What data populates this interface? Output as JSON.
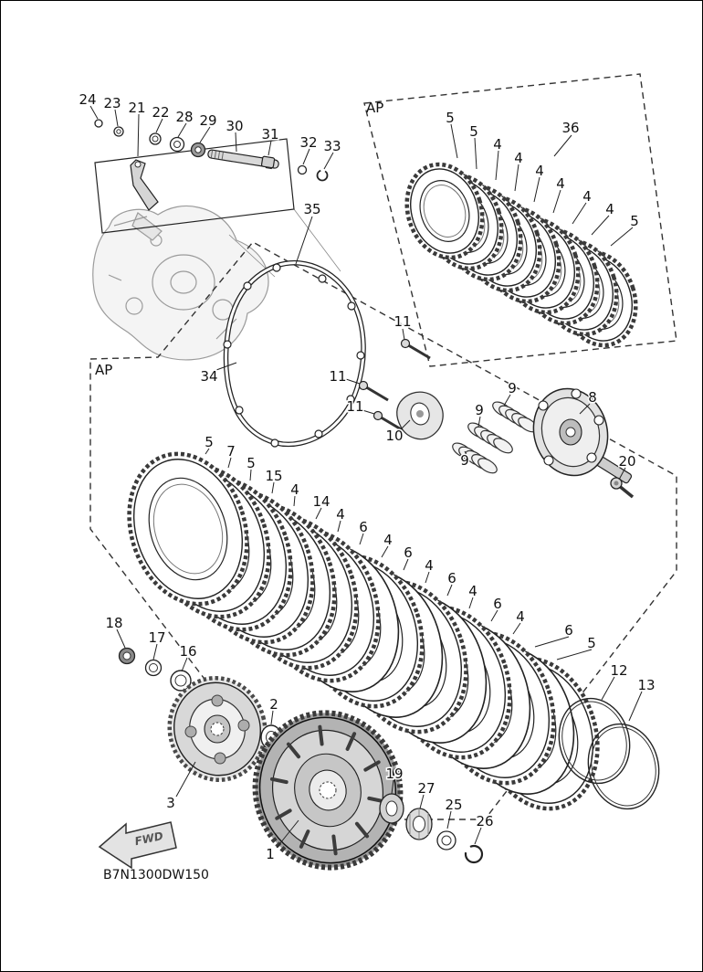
{
  "diagram": {
    "code": "B7N1300DW150",
    "region_labels": {
      "top_ap": "AP",
      "mid_ap": "AP"
    },
    "fwd": "FWD",
    "colors": {
      "ink": "#111111",
      "background": "#ffffff"
    },
    "callouts": [
      {
        "label": "24"
      },
      {
        "label": "23"
      },
      {
        "label": "21"
      },
      {
        "label": "22"
      },
      {
        "label": "28"
      },
      {
        "label": "29"
      },
      {
        "label": "30"
      },
      {
        "label": "31"
      },
      {
        "label": "32"
      },
      {
        "label": "33"
      },
      {
        "label": "5"
      },
      {
        "label": "5"
      },
      {
        "label": "4"
      },
      {
        "label": "4"
      },
      {
        "label": "4"
      },
      {
        "label": "4"
      },
      {
        "label": "4"
      },
      {
        "label": "4"
      },
      {
        "label": "5"
      },
      {
        "label": "36"
      },
      {
        "label": "35"
      },
      {
        "label": "34"
      },
      {
        "label": "11"
      },
      {
        "label": "11"
      },
      {
        "label": "11"
      },
      {
        "label": "10"
      },
      {
        "label": "9"
      },
      {
        "label": "9"
      },
      {
        "label": "9"
      },
      {
        "label": "8"
      },
      {
        "label": "20"
      },
      {
        "label": "5"
      },
      {
        "label": "7"
      },
      {
        "label": "5"
      },
      {
        "label": "15"
      },
      {
        "label": "4"
      },
      {
        "label": "14"
      },
      {
        "label": "4"
      },
      {
        "label": "6"
      },
      {
        "label": "4"
      },
      {
        "label": "6"
      },
      {
        "label": "4"
      },
      {
        "label": "6"
      },
      {
        "label": "4"
      },
      {
        "label": "6"
      },
      {
        "label": "4"
      },
      {
        "label": "6"
      },
      {
        "label": "5"
      },
      {
        "label": "18"
      },
      {
        "label": "17"
      },
      {
        "label": "16"
      },
      {
        "label": "3"
      },
      {
        "label": "2"
      },
      {
        "label": "1"
      },
      {
        "label": "19"
      },
      {
        "label": "27"
      },
      {
        "label": "25"
      },
      {
        "label": "26"
      },
      {
        "label": "12"
      },
      {
        "label": "13"
      }
    ]
  }
}
